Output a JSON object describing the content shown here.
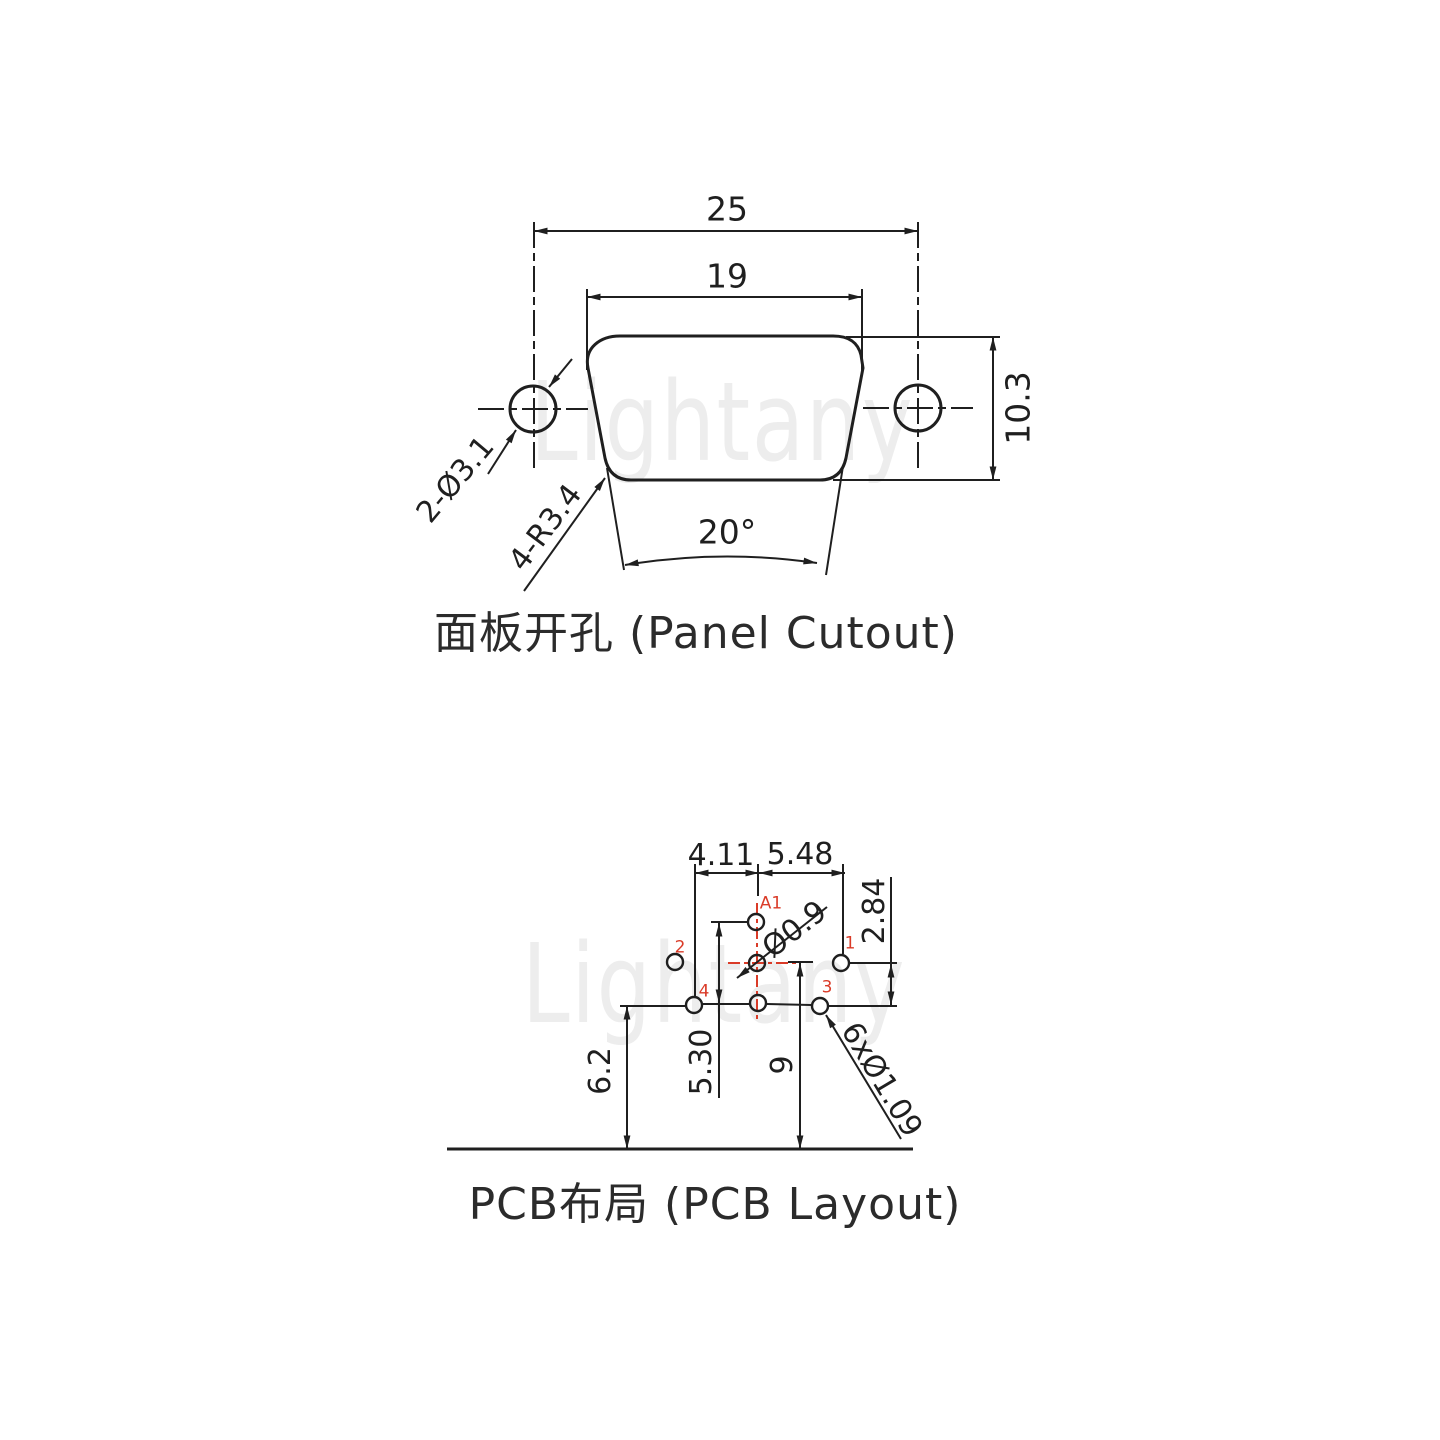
{
  "watermark": "Lightany",
  "colors": {
    "line": "#1f1f1f",
    "red": "#da3b28",
    "watermark": "#ededed",
    "title": "#2b2b2b"
  },
  "panel_cutout": {
    "title": "面板开孔 (Panel Cutout)",
    "dim_outer_width": "25",
    "dim_inner_width": "19",
    "dim_height": "10.3",
    "dim_mount_holes": "2-Ø3.1",
    "dim_corner_radius": "4-R3.4",
    "dim_taper_angle": "20°"
  },
  "pcb_layout": {
    "title": "PCB布局 (PCB Layout)",
    "dim_left_pitch": "4.11",
    "dim_right_pitch": "5.48",
    "dim_row_offset": "2.84",
    "dim_center_hole": "Ø0.9",
    "dim_pin_holes": "6xØ1.09",
    "dim_pin4_height": "6.2",
    "dim_a1_span": "5.30",
    "dim_center_height": "9",
    "pin_labels": {
      "a1": "A1",
      "p1": "1",
      "p2": "2",
      "p3": "3",
      "p4": "4"
    }
  }
}
